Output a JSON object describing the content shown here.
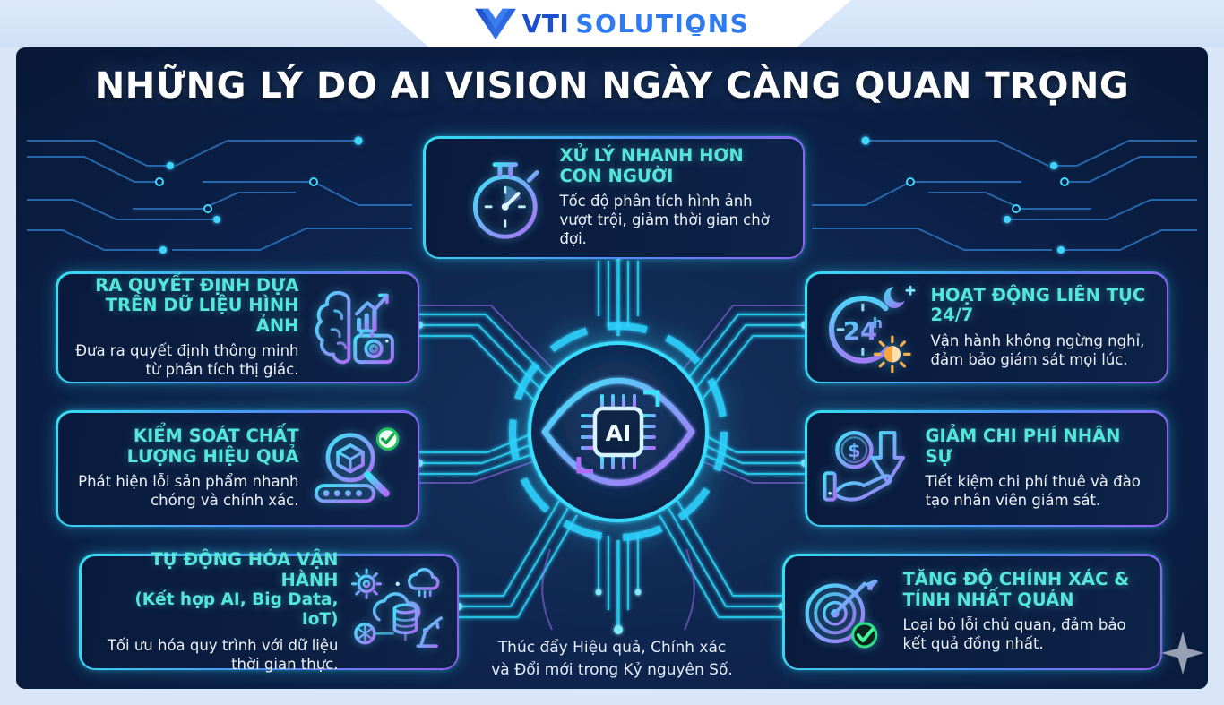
{
  "header": {
    "logo": {
      "mark": "vti-v-mark",
      "text_vti": "VTI",
      "solutions_pre": "SOLUTI",
      "solutions_o": "O",
      "solutions_post": "NS"
    }
  },
  "title": "NHỮNG LÝ DO AI VISION NGÀY CÀNG QUAN TRỌNG",
  "center_hub": {
    "icon": "ai-vision-eye-icon",
    "chip_label": "AI"
  },
  "cards": [
    {
      "id": "processing-speed",
      "icon": "stopwatch-icon",
      "title": "XỬ LÝ NHANH HƠN CON NGƯỜI",
      "desc": "Tốc độ phân tích hình ảnh vượt trội, giảm thời gian chờ đợi."
    },
    {
      "id": "data-driven-decisions",
      "icon": "brain-analytics-camera-icon",
      "title": "RA QUYẾT ĐỊNH DỰA TRÊN DỮ LIỆU HÌNH ẢNH",
      "desc": "Đưa ra quyết định thông minh từ phân tích thị giác."
    },
    {
      "id": "quality-control",
      "icon": "quality-inspection-icon",
      "title": "KIỂM SOÁT CHẤT LƯỢNG HIỆU QUẢ",
      "desc": "Phát hiện lỗi sản phẩm nhanh chóng và chính xác."
    },
    {
      "id": "automation",
      "icon": "automation-icon",
      "title": "TỰ ĐỘNG HÓA VẬN HÀNH",
      "subtitle": "(Kết hợp AI, Big Data, IoT)",
      "desc": "Tối ưu hóa quy trình với dữ liệu thời gian thực."
    },
    {
      "id": "continuous-operation",
      "icon": "clock-24-7-icon",
      "title": "HOẠT ĐỘNG LIÊN TỤC 24/7",
      "desc": "Vận hành không ngừng nghỉ, đảm bảo giám sát mọi lúc."
    },
    {
      "id": "cost-reduction",
      "icon": "cost-saving-icon",
      "title": "GIẢM CHI PHÍ NHÂN SỰ",
      "desc": "Tiết kiệm chi phí thuê và đào tạo nhân viên giám sát."
    },
    {
      "id": "accuracy-consistency",
      "icon": "accuracy-target-icon",
      "title": "TĂNG ĐỘ CHÍNH XÁC & TÍNH NHẤT QUÁN",
      "desc": "Loại bỏ lỗi chủ quan, đảm bảo kết quả đồng nhất."
    }
  ],
  "icon_labels": {
    "clock_24": "24",
    "clock_h": "h",
    "dollar": "$"
  },
  "footer": {
    "line1": "Thúc đẩy Hiệu quả, Chính xác",
    "line2": "và Đổi mới trong Kỷ nguyên Số."
  },
  "colors": {
    "accent_cyan": "#35dff2",
    "accent_purple": "#9a5cf6",
    "title_teal": "#55e6db",
    "panel_navy": "#0b1f44",
    "frame_blue": "#d9e6f8",
    "check_green": "#22c55e",
    "sun_orange": "#f6a83c",
    "white": "#ffffff"
  }
}
